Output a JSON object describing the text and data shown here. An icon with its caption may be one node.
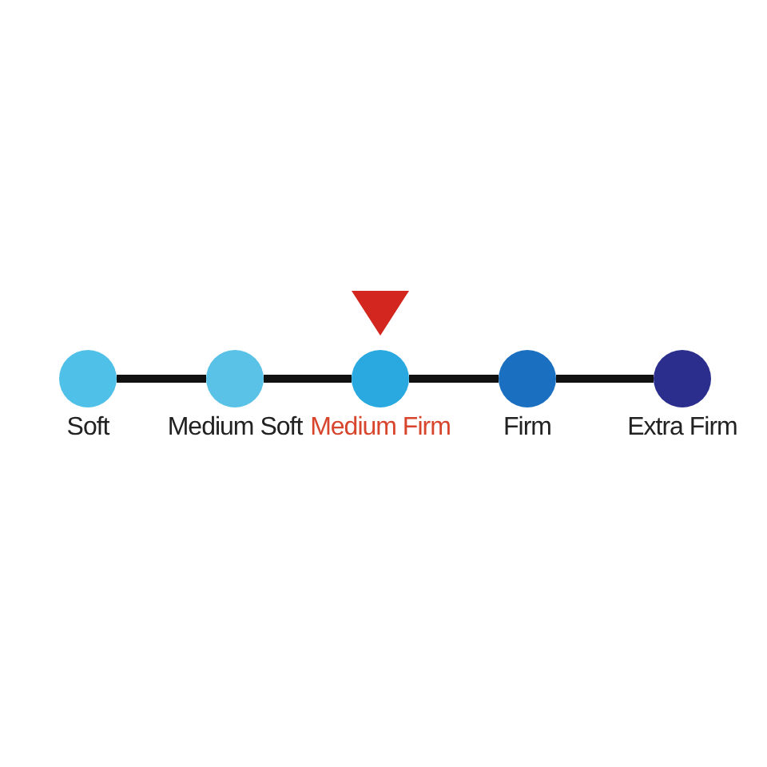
{
  "diagram": {
    "nodes": [
      {
        "text": [
          "Soft"
        ]
      },
      {
        "text": [
          "Medium Soft"
        ]
      },
      {
        "text": [
          "Medium Firm"
        ]
      },
      {
        "text": [
          "Firm"
        ]
      },
      {
        "text": [
          "Extra Firm"
        ]
      }
    ],
    "edges": [
      {
        "from": 0,
        "to": 1,
        "arrow": "none"
      },
      {
        "from": 1,
        "to": 2,
        "arrow": "none"
      },
      {
        "from": 2,
        "to": 3,
        "arrow": "none"
      },
      {
        "from": 3,
        "to": 4,
        "arrow": "none"
      }
    ]
  }
}
